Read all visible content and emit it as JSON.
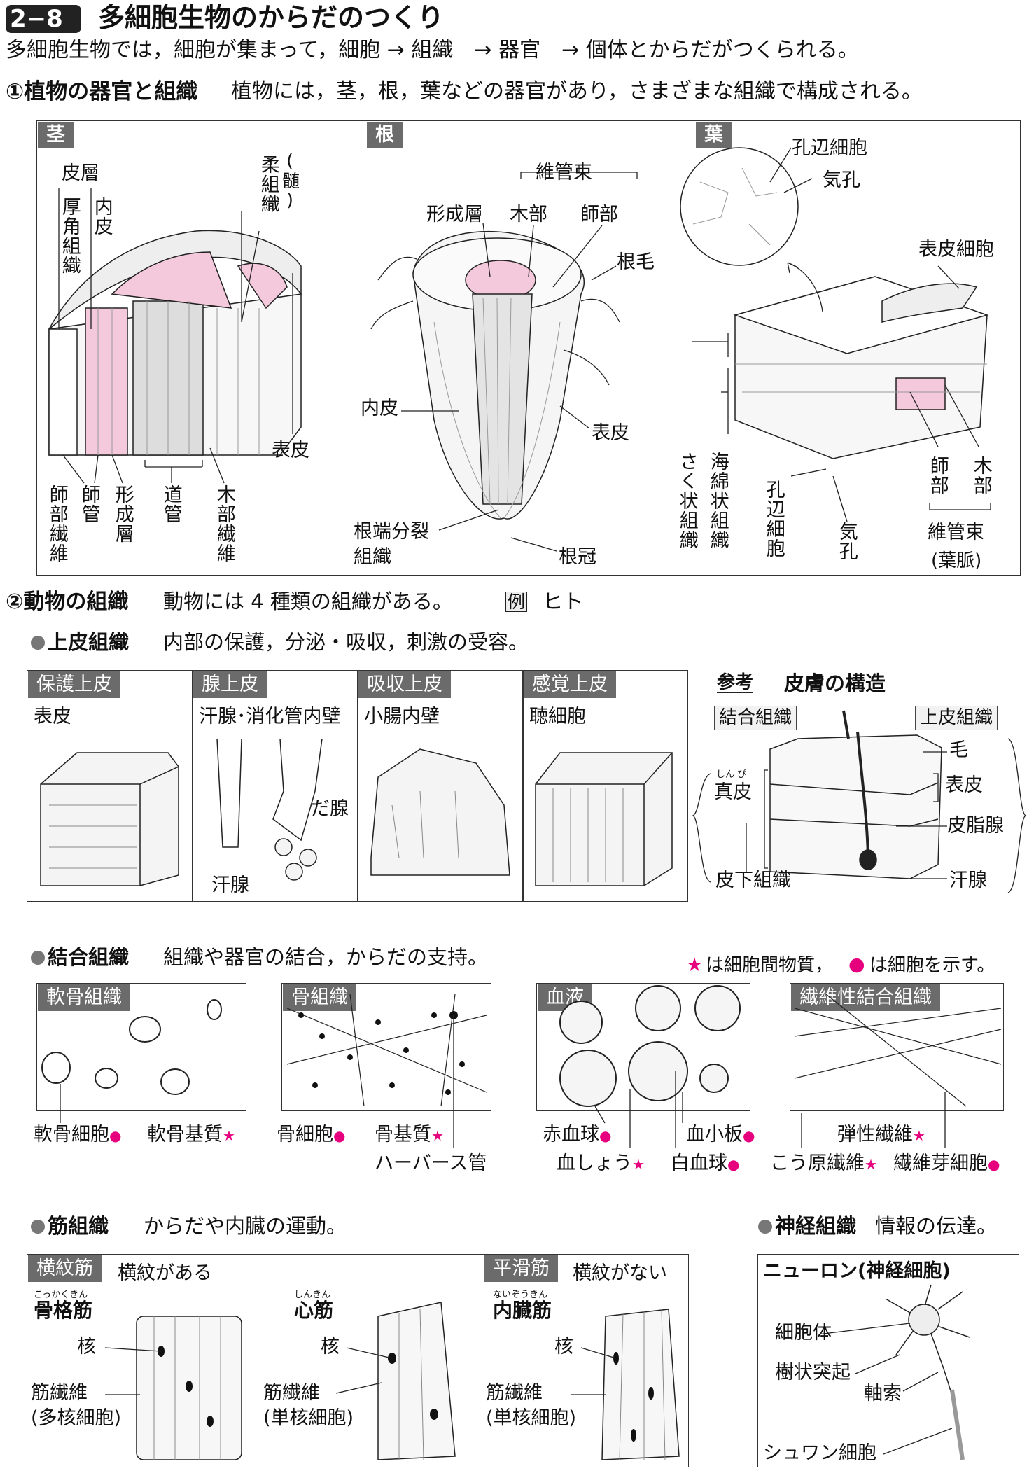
{
  "header": {
    "badge": "2−8",
    "title": "多細胞生物のからだのつくり"
  },
  "intro": "多細胞生物では，細胞が集まって，細胞 → 組織　→ 器官　→ 個体とからだがつくられる。",
  "sec1": {
    "heading": "①植物の器官と組織",
    "desc": "植物には，茎，根，葉などの器官があり，さまざまな組織で構成される。"
  },
  "plant": {
    "stem": {
      "tab": "茎",
      "pihou": "皮層",
      "koukaku": "厚角組織",
      "naihi": "内皮",
      "zui": "(髄)",
      "juu": "柔組織",
      "hyouhi": "表皮",
      "shibu_sen": "師部繊維",
      "shikan": "師管",
      "keisei": "形成層",
      "doukan": "道管",
      "mokubu_sen": "木部繊維"
    },
    "root": {
      "tab": "根",
      "ikan": "維管束",
      "keisei": "形成層",
      "mokubu": "木部",
      "shibu": "師部",
      "konmo": "根毛",
      "naihi": "内皮",
      "hyouhi": "表皮",
      "bunretsu1": "根端分裂",
      "bunretsu2": "組織",
      "konkan": "根冠"
    },
    "leaf": {
      "tab": "葉",
      "kouhen": "孔辺細胞",
      "kikou": "気孔",
      "hyouhi": "表皮細胞",
      "sakujou": "さく状組織",
      "kaimen": "海綿状組織",
      "kouhen_v": "孔辺細胞",
      "kikou_v": "気孔",
      "shibu": "師部",
      "mokubu": "木部",
      "ikan": "維管束",
      "youmyaku": "(葉脈)"
    }
  },
  "sec2": {
    "heading": "②動物の組織",
    "desc": "動物には 4 種類の組織がある。",
    "ex": "例",
    "ex_text": "ヒト"
  },
  "epi": {
    "heading": "上皮組織",
    "desc": "内部の保護，分泌・吸収，刺激の受容。",
    "tabs": [
      {
        "tab": "保護上皮",
        "label": "表皮"
      },
      {
        "tab": "腺上皮",
        "label": "汗腺･消化管内壁"
      },
      {
        "tab": "吸収上皮",
        "label": "小腸内壁"
      },
      {
        "tab": "感覚上皮",
        "label": "聴細胞"
      }
    ],
    "dasen": "だ腺",
    "kansen": "汗腺"
  },
  "skin": {
    "sankou": "参考",
    "title": "皮膚の構造",
    "ketsugou": "結合組織",
    "jouhi": "上皮組織",
    "ke": "毛",
    "hyouhi": "表皮",
    "shinpi_ruby": "しん ぴ",
    "shinpi": "真皮",
    "hishisen": "皮脂腺",
    "hika": "皮下組織",
    "kansen": "汗腺"
  },
  "conn": {
    "heading": "結合組織",
    "desc": "組織や器官の結合，からだの支持。",
    "note_star": "★",
    "note1": "は細胞間物質，",
    "note_dot": "●",
    "note2": "は細胞を示す。",
    "tabs": [
      "軟骨組織",
      "骨組織",
      "血液",
      "繊維性結合組織"
    ],
    "nankotsu_saibo": "軟骨細胞",
    "nankotsu_kishitsu": "軟骨基質",
    "kotsu_saibo": "骨細胞",
    "kotsu_kishitsu": "骨基質",
    "havers": "ハーバース管",
    "sekkekkyu": "赤血球",
    "kesshou": "血しょう",
    "kesshouban": "血小板",
    "hakkekkyu": "白血球",
    "dansei": "弾性繊維",
    "kougen": "こう原繊維",
    "sen_ga": "繊維芽細胞",
    "star": "★",
    "dot": "●"
  },
  "muscle": {
    "heading": "筋組織",
    "desc": "からだや内臓の運動。",
    "oumon": "横紋筋",
    "oumon_desc": "横紋がある",
    "heikatsu": "平滑筋",
    "heikatsu_desc": "横紋がない",
    "kokkaku_ruby": "こっかくきん",
    "kokkaku": "骨格筋",
    "shin_ruby": "しんきん",
    "shin": "心筋",
    "naizou_ruby": "ないぞうきん",
    "naizou": "内臓筋",
    "kaku": "核",
    "sen1": "筋繊維",
    "tas": "(多核細胞)",
    "sen2": "筋繊維",
    "tan1": "(単核細胞)",
    "sen3": "筋繊維",
    "tan2": "(単核細胞)"
  },
  "nerve": {
    "heading": "神経組織",
    "desc": "情報の伝達。",
    "title": "ニューロン(神経細胞)",
    "saibotai": "細胞体",
    "jujou": "樹状突起",
    "jikusaku": "軸索",
    "schwann": "シュワン細胞"
  },
  "colors": {
    "accent": "#e6007e",
    "tab": "#6b6b6b",
    "pink_fill": "#f4c9dc"
  }
}
